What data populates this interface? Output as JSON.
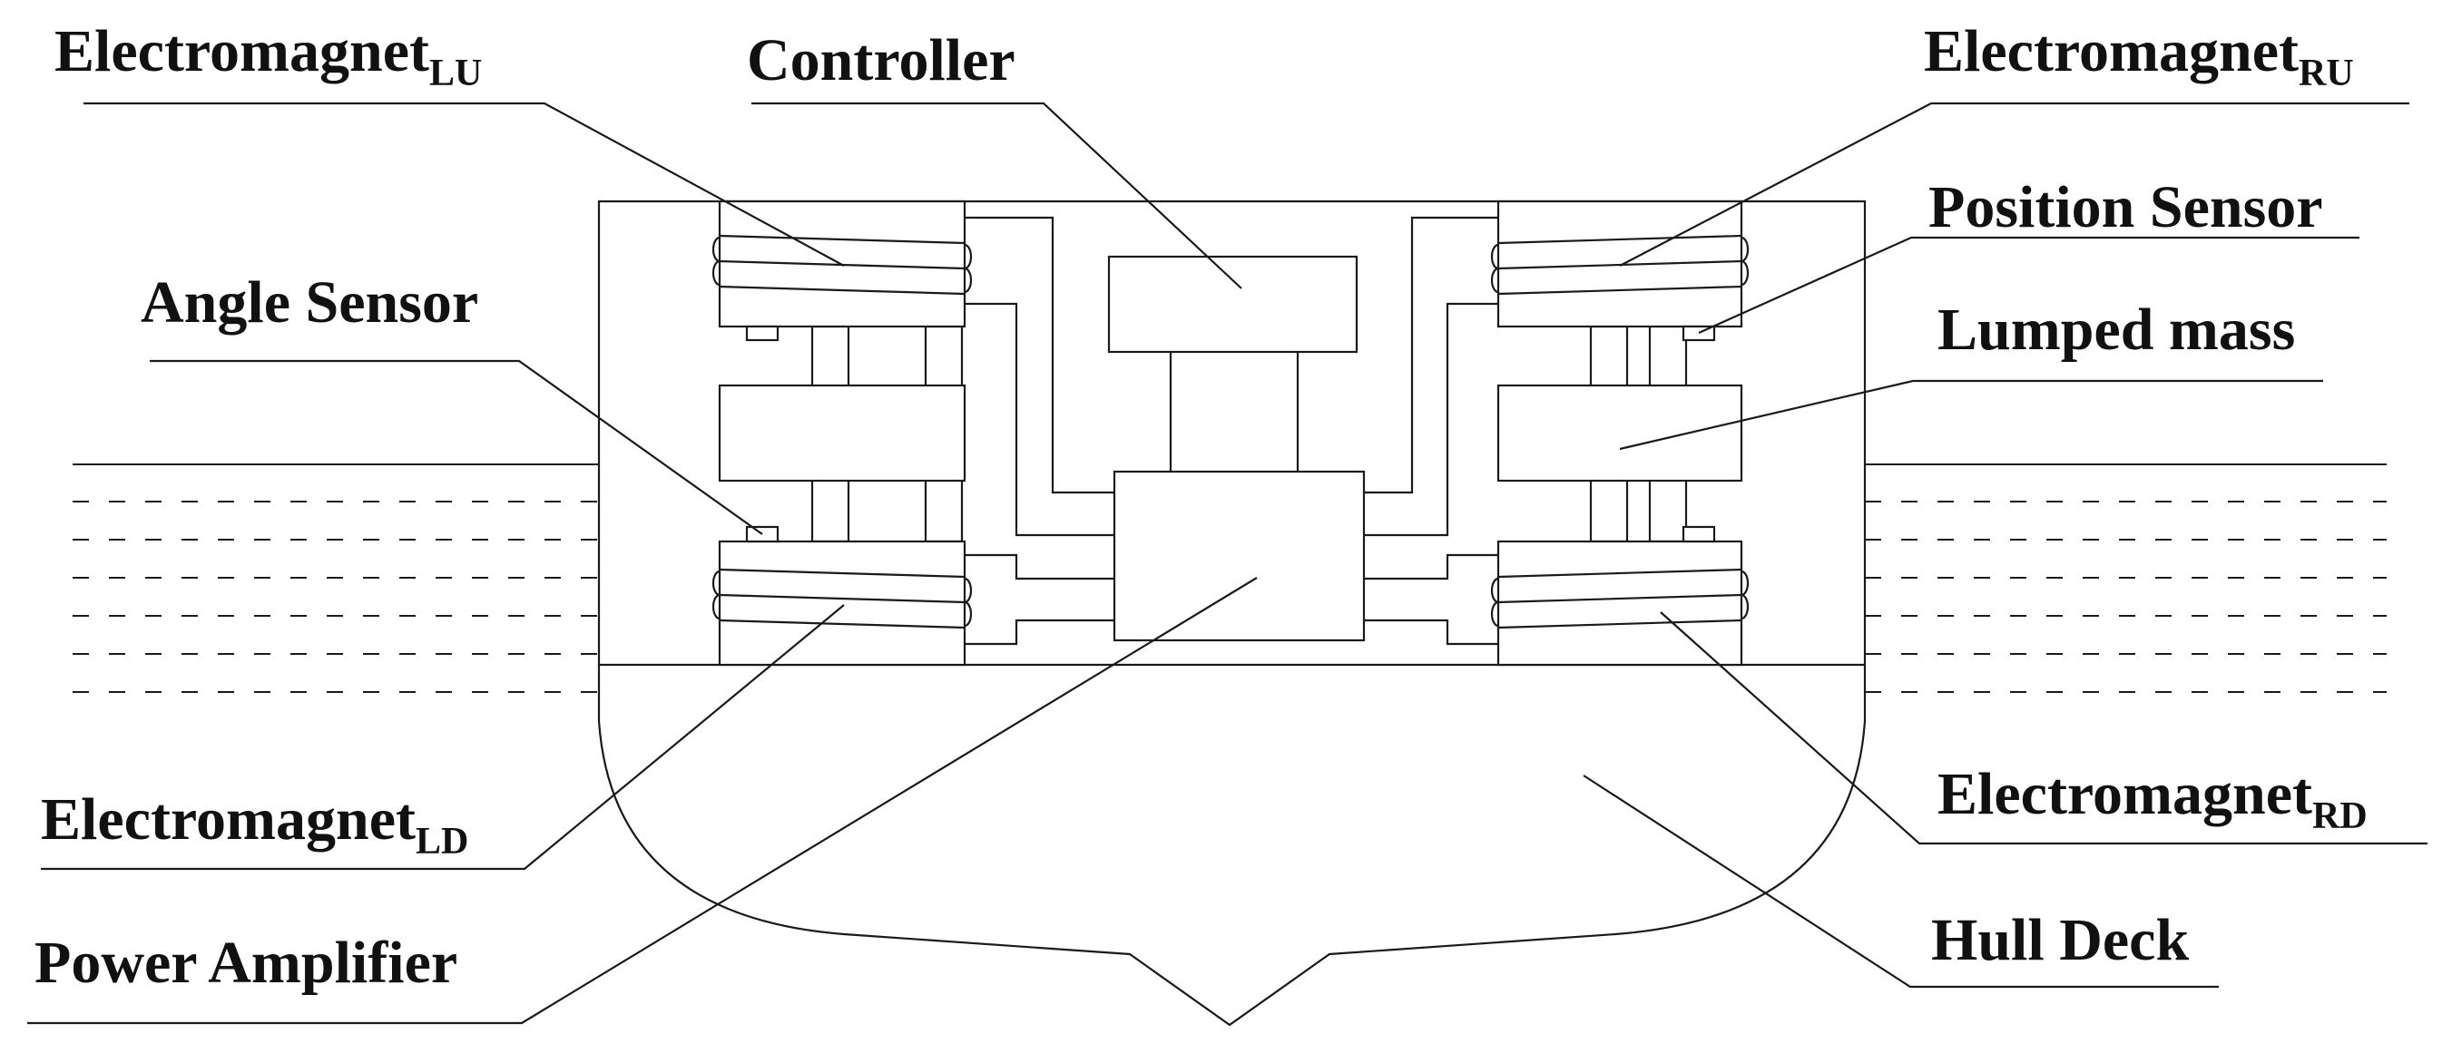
{
  "labels": {
    "em_lu": {
      "main": "Electromagnet",
      "sub": "LU"
    },
    "controller": "Controller",
    "em_ru": {
      "main": "Electromagnet",
      "sub": "RU"
    },
    "position_sensor": "Position Sensor",
    "angle_sensor": "Angle Sensor",
    "lumped_mass": "Lumped mass",
    "em_ld": {
      "main": "Electromagnet",
      "sub": "LD"
    },
    "em_rd": {
      "main": "Electromagnet",
      "sub": "RD"
    },
    "power_amplifier": "Power Amplifier",
    "hull_deck": "Hull Deck"
  }
}
